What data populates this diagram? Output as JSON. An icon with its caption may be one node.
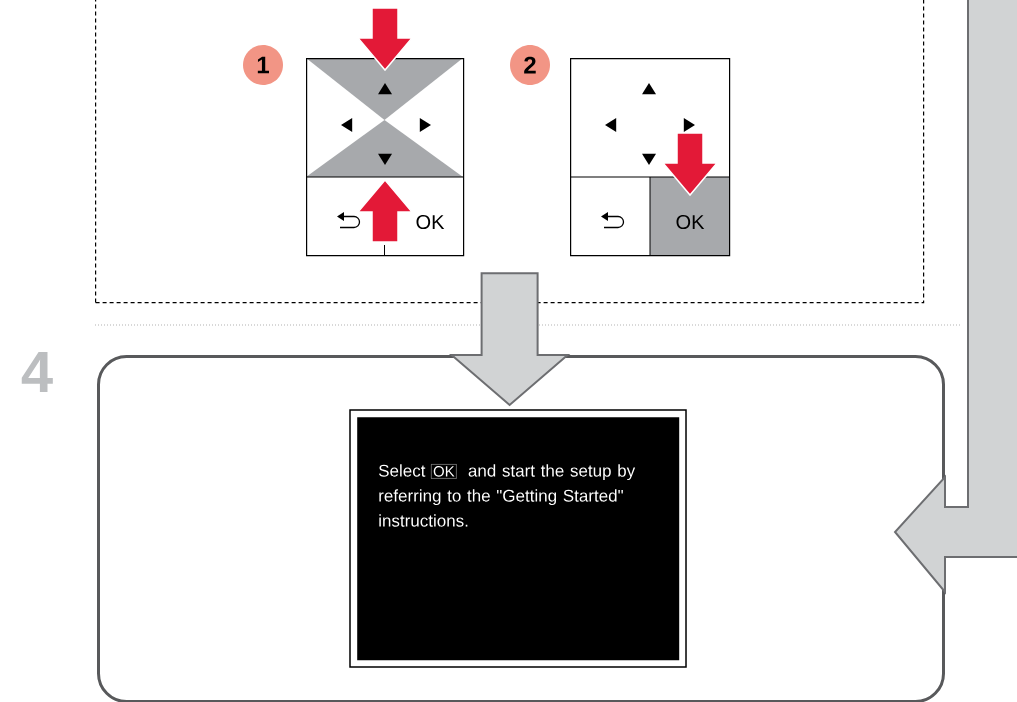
{
  "diagram": {
    "nodes": [
      {
        "text": [],
        "shape": "box"
      },
      {
        "text": [
          "1"
        ],
        "in": 0
      },
      {
        "text": [
          "OK"
        ],
        "in": 0
      },
      {
        "text": [
          "2"
        ],
        "in": 0
      },
      {
        "text": [
          "OK"
        ],
        "in": 0
      },
      {
        "text": [
          "4"
        ]
      },
      {
        "text": [
          "Select",
          "OK",
          "and start the setup by referring to the \"Getting Started\" instructions."
        ],
        "in": 5
      }
    ],
    "edges": [
      {
        "from": 0,
        "to": 5,
        "arrow": "to"
      },
      {
        "from": null,
        "to": 5,
        "arrow": "to"
      }
    ]
  }
}
